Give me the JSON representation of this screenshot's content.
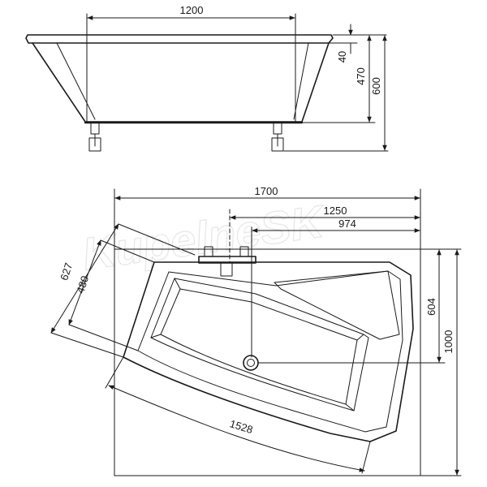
{
  "watermark": "KupelneSK",
  "side_view": {
    "dims": {
      "top_width": "1200",
      "rim": "40",
      "depth": "470",
      "total_height": "600"
    }
  },
  "top_view": {
    "dims": {
      "overall_length": "1700",
      "to_drain_a": "1250",
      "to_drain_b": "974",
      "width_right": "1000",
      "width_inner": "604",
      "left_outer": "627",
      "left_inner": "480",
      "front_length": "1528"
    }
  },
  "colors": {
    "line": "#1a1a1a",
    "watermark": "#e6e6e6"
  }
}
